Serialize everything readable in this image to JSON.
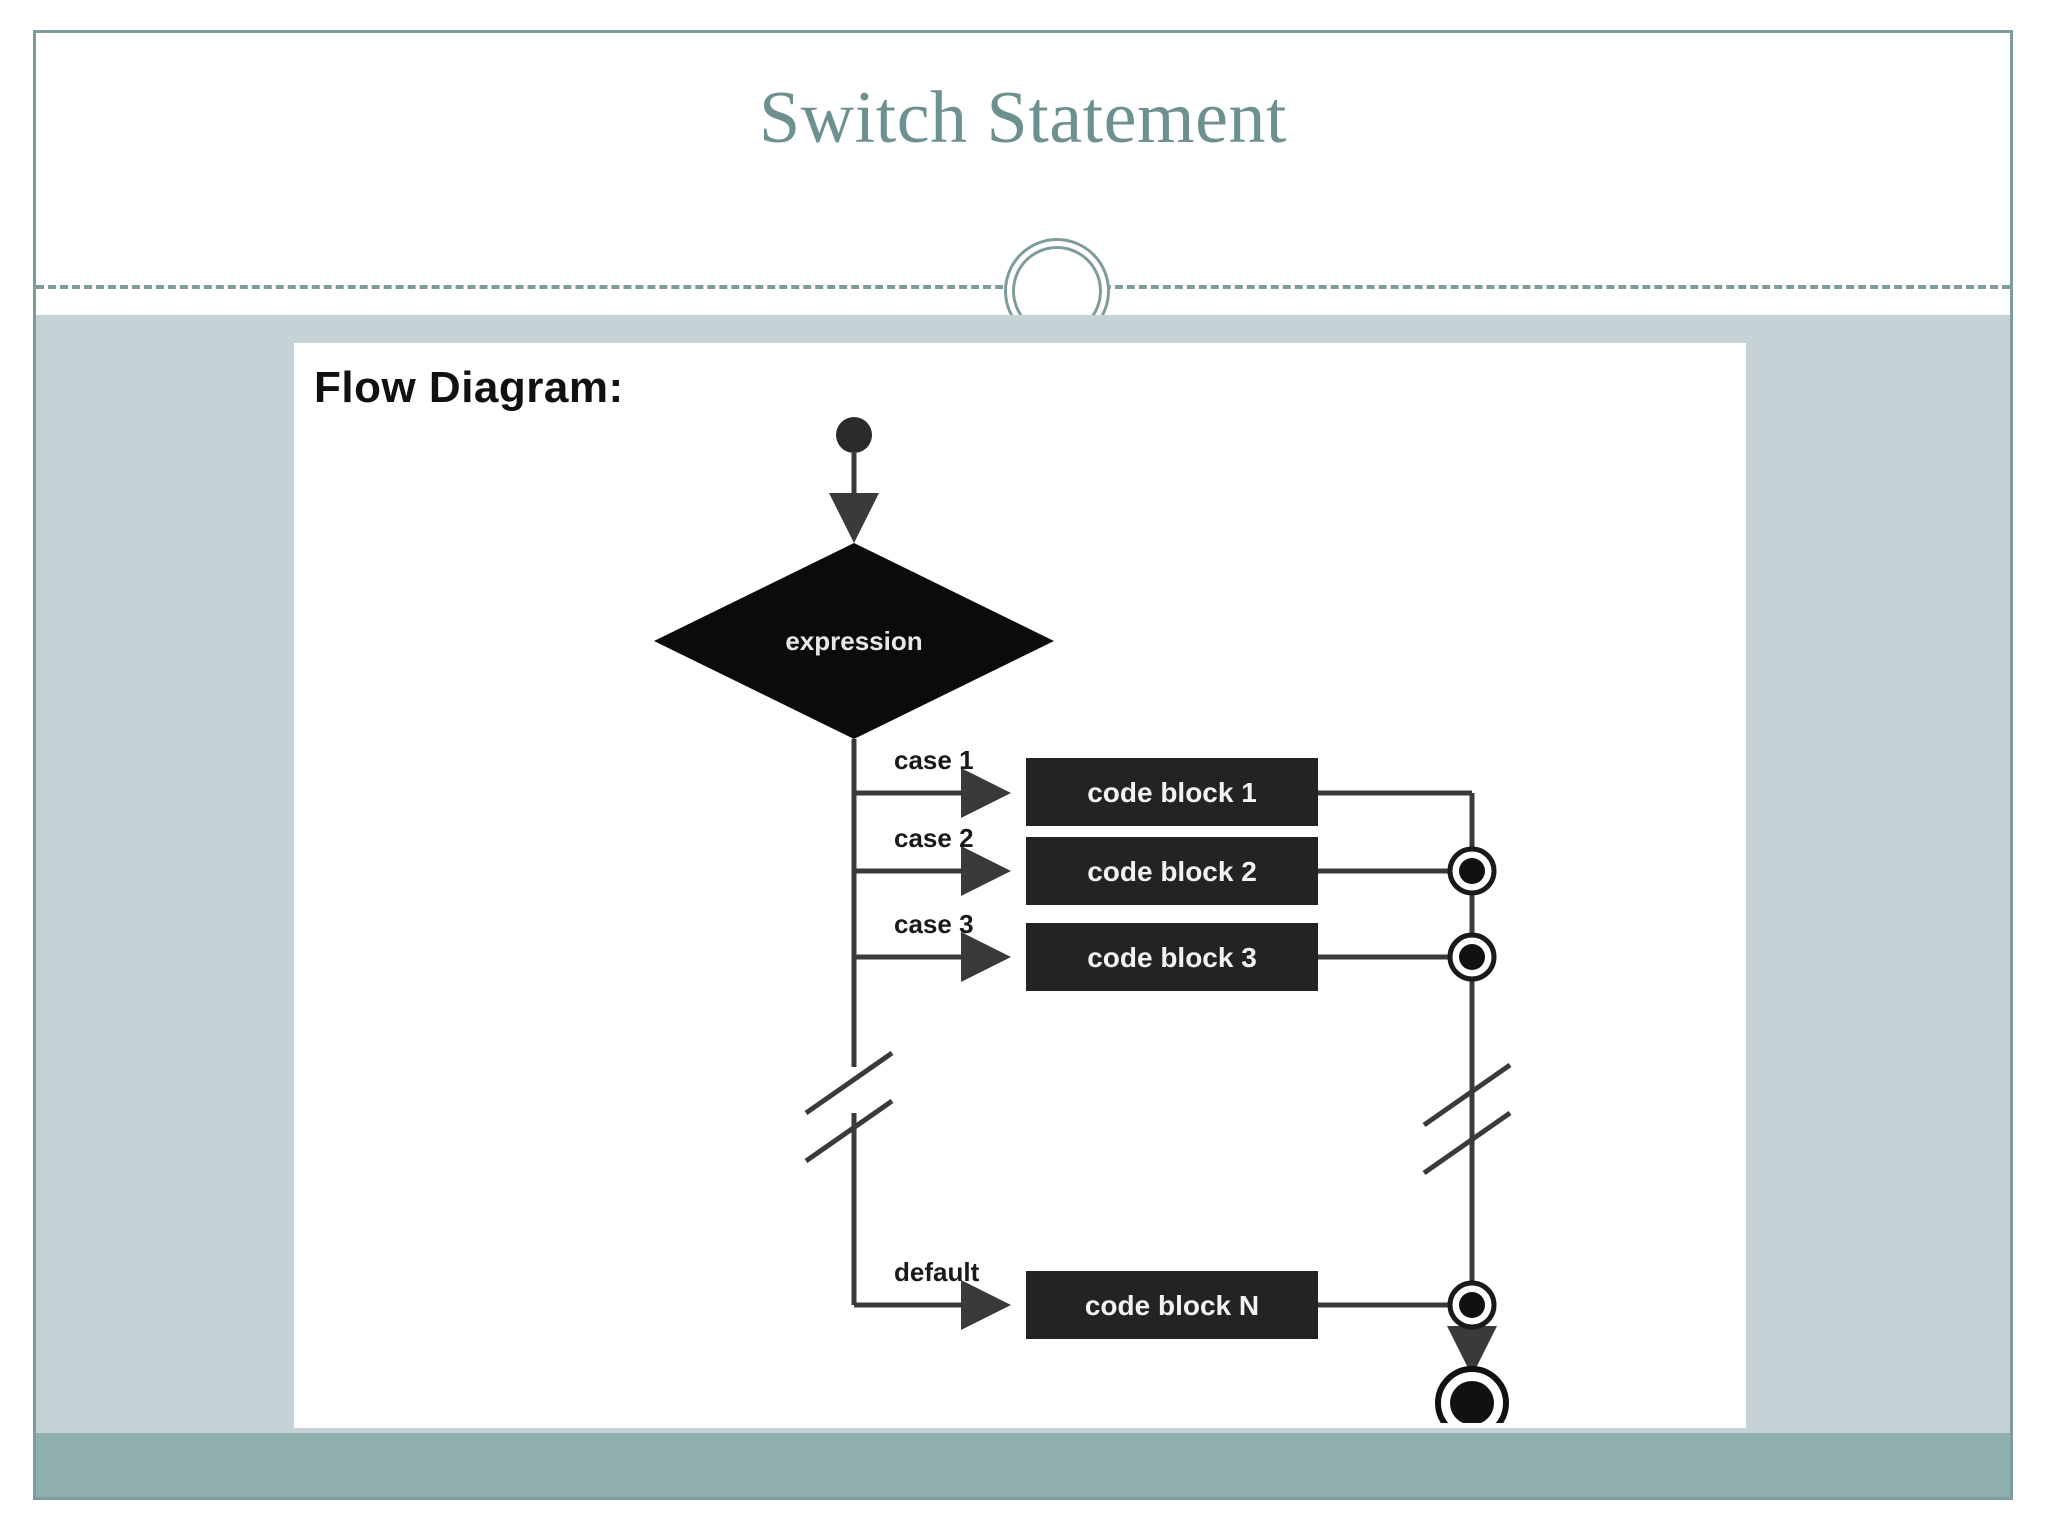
{
  "slide": {
    "title": "Switch Statement",
    "colors": {
      "border": "#7f9c9c",
      "title_text": "#6e9190",
      "body_band": "#c5d2d6",
      "footer_band": "#8faeae",
      "panel": "#ffffff",
      "block_fill": "#232323",
      "line": "#3a3a3a"
    }
  },
  "panel": {
    "heading": "Flow Diagram:"
  },
  "chart_data": {
    "type": "diagram",
    "title": "Flow Diagram:",
    "decision": "expression",
    "start_node": "filled-dot",
    "end_node": "bullseye",
    "branches": [
      {
        "label": "case 1",
        "block": "code block 1",
        "merge": false
      },
      {
        "label": "case 2",
        "block": "code block 2",
        "merge": true
      },
      {
        "label": "case 3",
        "block": "code block 3",
        "merge": true
      },
      {
        "label": "default",
        "block": "code block N",
        "merge": true
      }
    ],
    "break_marks": 2,
    "notes": "UML activity diagram of a switch statement: expression decision routes to one of N code blocks, each merging into a common end node."
  }
}
